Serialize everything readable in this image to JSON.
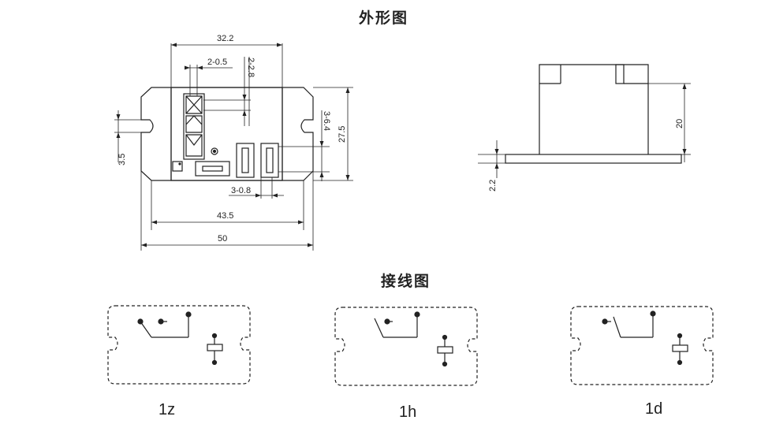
{
  "titles": {
    "outline": "外形图",
    "wiring": "接线图"
  },
  "dimensions": {
    "width_top": "32.2",
    "hole_dia": "2-0.5",
    "hole_pitch": "2-2.8",
    "pin_width": "3-6.4",
    "height": "27.5",
    "slot": "3.5",
    "terminal_pitch": "3-0.8",
    "mount_pitch": "43.5",
    "overall_width": "50",
    "side_height": "20",
    "flange_thickness": "2.2"
  },
  "variants": [
    {
      "label": "1z"
    },
    {
      "label": "1h"
    },
    {
      "label": "1d"
    }
  ]
}
